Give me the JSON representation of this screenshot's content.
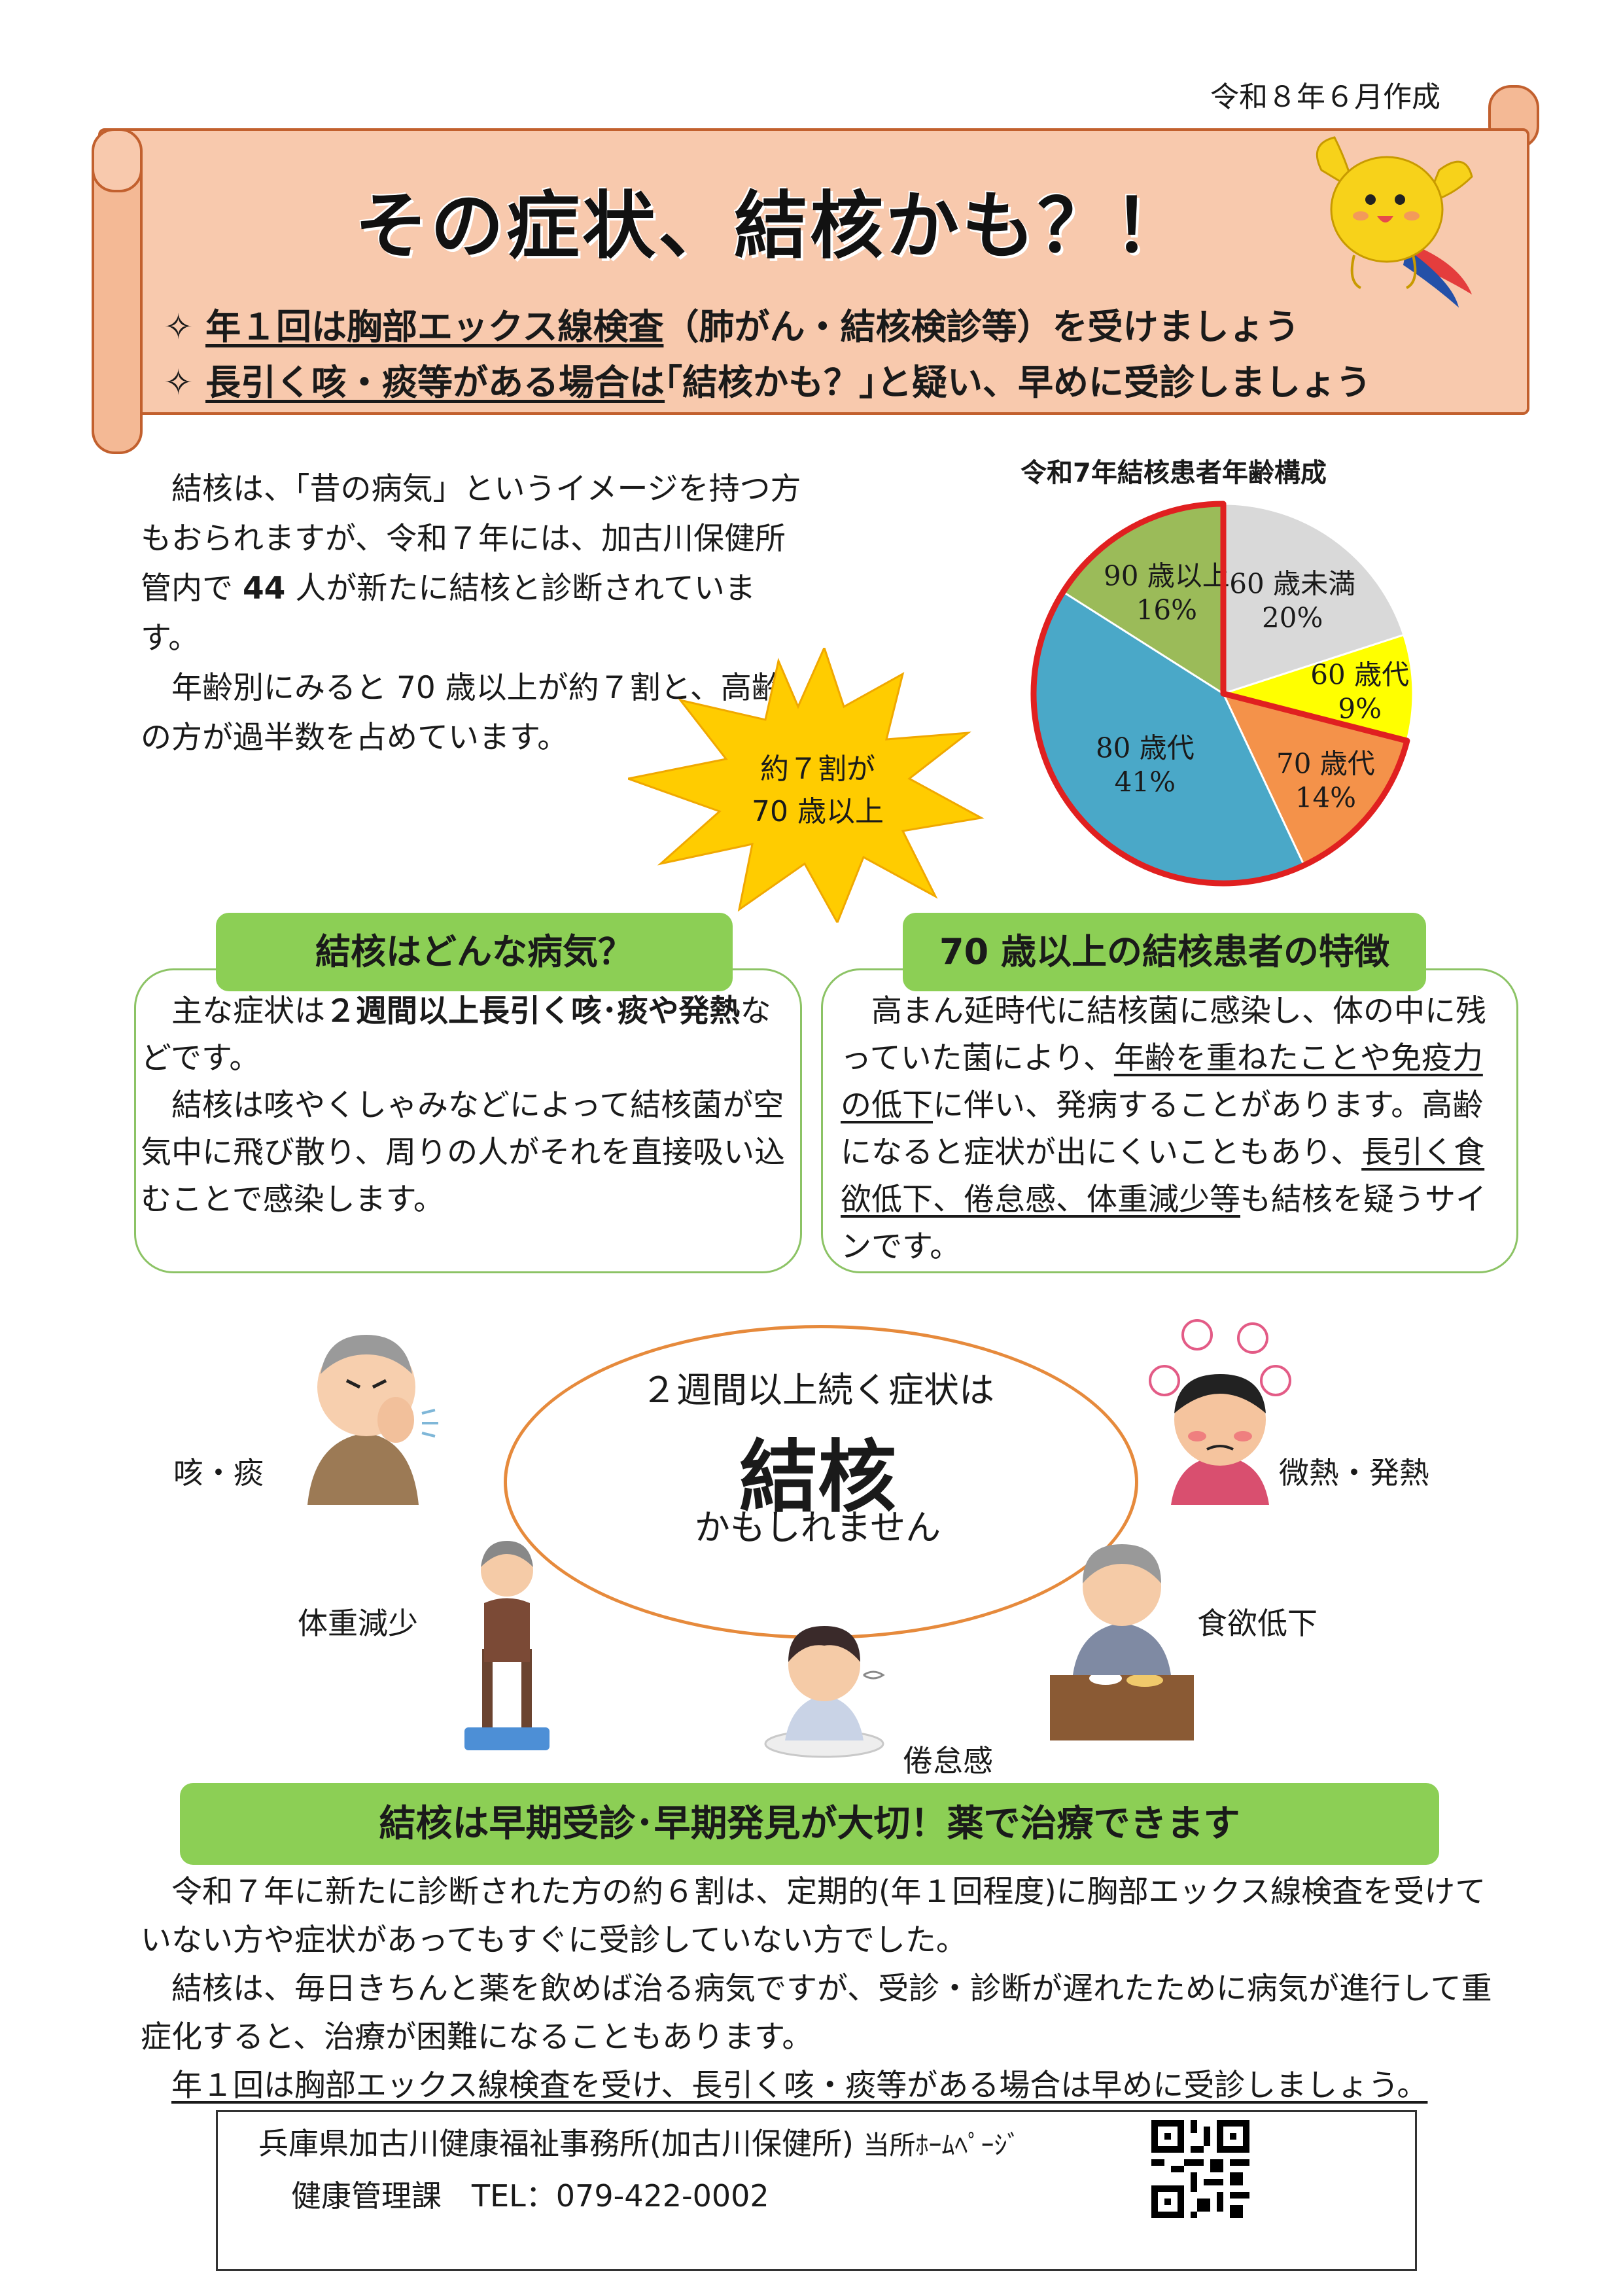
{
  "date": "令和８年６月作成",
  "header": {
    "title": "その症状、結核かも？！",
    "bullet1_mark": "✧",
    "bullet1_underlined": "年１回は胸部エックス線検査",
    "bullet1_rest": "（肺がん・結核検診等）を受けましょう",
    "bullet2_mark": "✧",
    "bullet2_underlined": "長引く咳・痰等がある場合は",
    "bullet2_rest": "｢結核かも？｣と疑い、早めに受診しましょう"
  },
  "intro": {
    "p1": "結核は、「昔の病気」というイメージを持つ方もおられますが、令和７年には、加古川保健所管内で",
    "p1_number": "44",
    "p1_rest": "人が新たに結核と診断されています。",
    "p2": "年齢別にみると 70 歳以上が約７割と、高齢の方が過半数を占めています。"
  },
  "star": {
    "line1": "約７割が",
    "line2": "70 歳以上"
  },
  "chart_data": {
    "type": "pie",
    "title": "令和7年結核患者年齢構成",
    "categories": [
      "60 歳未満",
      "60 歳代",
      "70 歳代",
      "80 歳代",
      "90 歳以上"
    ],
    "values": [
      20,
      9,
      14,
      41,
      16
    ],
    "value_labels": [
      "20%",
      "9%",
      "14%",
      "41%",
      "16%"
    ],
    "colors": [
      "#d9d9d9",
      "#ffff00",
      "#f4924a",
      "#4aa8c8",
      "#9bbb59"
    ],
    "highlight": "70 歳以上"
  },
  "left_section": {
    "tag": "結核はどんな病気？",
    "p1_a": "主な症状は",
    "p1_bold": "２週間以上長引く咳･痰や発熱",
    "p1_b": "などです。",
    "p2": "結核は咳やくしゃみなどによって結核菌が空気中に飛び散り、周りの人がそれを直接吸い込むことで感染します。"
  },
  "right_section": {
    "tag": "70 歳以上の結核患者の特徴",
    "p_a": "高まん延時代に結核菌に感染し、体の中に残っていた菌により、",
    "p_u1": "年齢を重ねたことや免疫力の低下",
    "p_b": "に伴い、発病することがあります。高齢になると症状が出にくいこともあり、",
    "p_u2": "長引く食欲低下、倦怠感、体重減少等",
    "p_c": "も結核を疑うサインです。"
  },
  "symptoms": {
    "oval_top": "２週間以上続く症状は",
    "oval_big": "結核",
    "oval_bottom": "かもしれません",
    "cough": "咳・痰",
    "fever": "微熱・発熱",
    "weight": "体重減少",
    "appetite": "食欲低下",
    "fatigue": "倦怠感"
  },
  "bottom": {
    "tag": "結核は早期受診･早期発見が大切！薬で治療できます",
    "p1": "令和７年に新たに診断された方の約６割は、定期的(年１回程度)に胸部エックス線検査を受けていない方や症状があってもすぐに受診していない方でした。",
    "p2": "結核は、毎日きちんと薬を飲めば治る病気ですが、受診・診断が遅れたために病気が進行して重症化すると、治療が困難になることもあります。",
    "p3": "年１回は胸部エックス線検査を受け、長引く咳・痰等がある場合は早めに受診しましょう。"
  },
  "contact": {
    "office": "兵庫県加古川健康福祉事務所(加古川保健所)",
    "homepage": "当所ﾎｰﾑﾍﾟｰｼﾞ",
    "dept": "健康管理課",
    "tel": "TEL：079-422-0002"
  }
}
